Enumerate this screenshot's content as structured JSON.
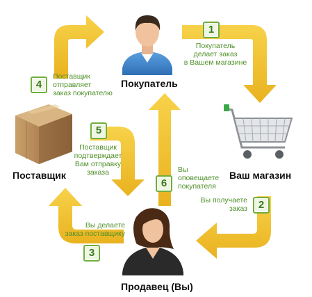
{
  "nodes": {
    "buyer": "Покупатель",
    "shop": "Ваш магазин",
    "seller": "Продавец (Вы)",
    "supplier": "Поставщик"
  },
  "steps": [
    {
      "number": "1",
      "lines": [
        "Покупатель",
        "делает заказ",
        "в Вашем магазине"
      ]
    },
    {
      "number": "2",
      "lines": [
        "Вы получаете",
        "заказ"
      ]
    },
    {
      "number": "3",
      "lines": [
        "Вы делаете",
        "заказ поставщику"
      ]
    },
    {
      "number": "4",
      "lines": [
        "Поставщик",
        "отправляет",
        "заказ покупателю"
      ]
    },
    {
      "number": "5",
      "lines": [
        "Поставщик",
        "подтверждает",
        "Вам отправку",
        "заказа"
      ]
    },
    {
      "number": "6",
      "lines": [
        "Вы",
        "оповещаете",
        "покупателя"
      ]
    }
  ],
  "colors": {
    "arrow": "#f2c12e",
    "badge_border": "#6fae3b",
    "step_text": "#4e8f28"
  },
  "icons": [
    "buyer-person-icon",
    "shopping-cart-icon",
    "seller-woman-icon",
    "cardboard-box-icon"
  ]
}
